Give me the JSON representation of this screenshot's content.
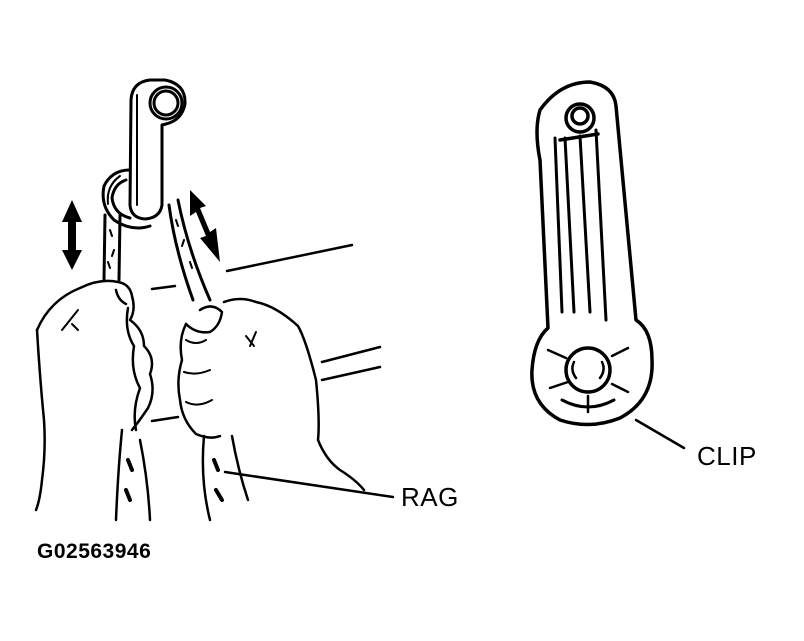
{
  "diagram": {
    "figure_id": "G02563946",
    "callouts": [
      {
        "label": "RAG",
        "points_to": "rag-in-hands"
      },
      {
        "label": "CLIP",
        "points_to": "handle-base-clip"
      }
    ],
    "illustrations": [
      {
        "name": "window-crank-handle-with-rag",
        "description": "Hands pulling a rag back and forth behind a window crank handle; double-headed arrows indicate sawing motion"
      },
      {
        "name": "window-crank-handle-rear-view",
        "description": "Rear view of window crank handle showing retaining clip at base"
      }
    ],
    "colors": {
      "ink": "#000000",
      "background": "#ffffff"
    }
  }
}
